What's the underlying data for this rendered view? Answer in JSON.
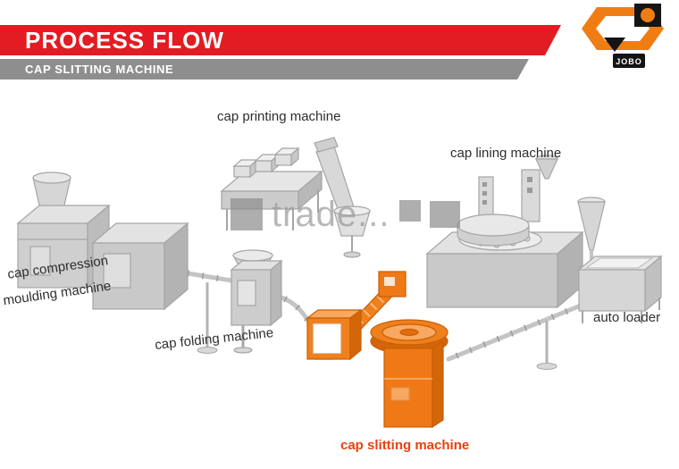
{
  "header": {
    "title": "PROCESS FLOW",
    "subtitle": "CAP SLITTING MACHINE"
  },
  "logo": {
    "text": "JOBO"
  },
  "watermark": {
    "text": "trade..."
  },
  "labels": {
    "cap_printing": "cap printing machine",
    "cap_lining": "cap lining machine",
    "cap_compression_line1": "cap compression",
    "cap_compression_line2": "moulding machine",
    "cap_folding": "cap folding machine",
    "auto_loader": "auto loader",
    "cap_slitting": "cap slitting machine"
  },
  "colors": {
    "header_red": "#e31c23",
    "subheader_gray": "#8e8e8e",
    "machine_gray": "#cfcfcf",
    "highlight_orange": "#f0801c",
    "slitting_label_red": "#e8420e"
  }
}
